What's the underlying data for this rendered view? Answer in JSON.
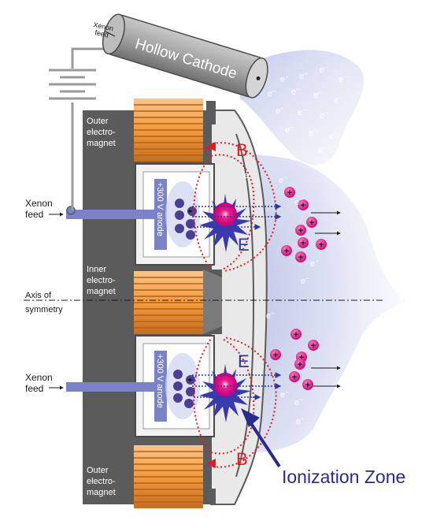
{
  "labels": {
    "xenon_feed_top_1": "Xenon",
    "xenon_feed_top_2": "feed",
    "hollow_cathode": "Hollow Cathode",
    "outer_magnet_top_1": "Outer",
    "outer_magnet_top_2": "electro-",
    "outer_magnet_top_3": "magnet",
    "xenon_feed_1_1": "Xenon",
    "xenon_feed_1_2": "feed",
    "inner_magnet_1": "Inner",
    "inner_magnet_2": "electro-",
    "inner_magnet_3": "magnet",
    "axis_1": "Axis of",
    "axis_2": "symmetry",
    "xenon_feed_2_1": "Xenon",
    "xenon_feed_2_2": "feed",
    "outer_magnet_bot_1": "Outer",
    "outer_magnet_bot_2": "electro-",
    "outer_magnet_bot_3": "magnet",
    "anode_top": "+300 V anode",
    "anode_bottom": "+300 V anode",
    "field_b_top": "B",
    "field_b_bottom": "B",
    "field_e_top": "E",
    "field_e_bottom": "E",
    "ionization_zone": "Ionization Zone",
    "electron": "e",
    "electron_sup": "−",
    "ion": "+"
  },
  "colors": {
    "body_dark": "#5b5b5b",
    "plate_light": "#e9e9e9",
    "coil_orange": "#f2a047",
    "coil_dark": "#c2701c",
    "anode_blue": "#7b83c8",
    "atom_purple": "#4a3f93",
    "ion_magenta": "#e0117f",
    "field_red": "#e11b22",
    "field_blue": "#2a3a93",
    "plume_blue": "#c5cbe8"
  }
}
